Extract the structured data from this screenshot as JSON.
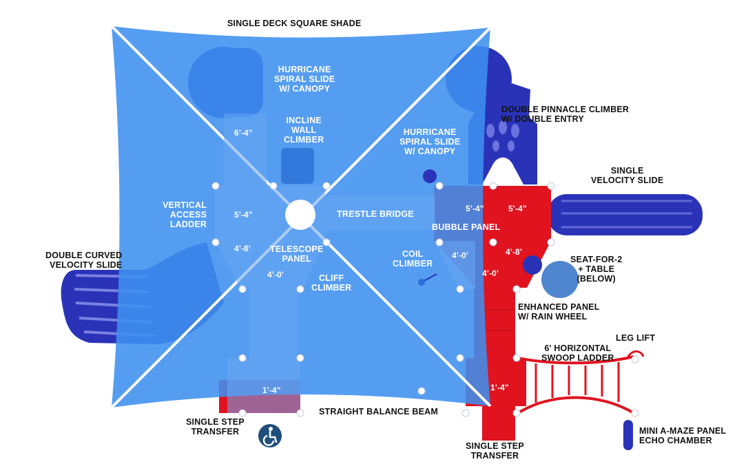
{
  "colors": {
    "shade": "#3d8fef",
    "shade_edge": "#2f7fe0",
    "deck_red": "#e0131f",
    "slide_blue": "#2a33b8",
    "post_white": "#ffffff",
    "text_dark": "#111111",
    "text_light": "#ffffff",
    "accessible_icon_bg": "#1f4e7a"
  },
  "labels": {
    "shade_title": "SINGLE DECK SQUARE SHADE",
    "spiral_slide_1": "HURRICANE\nSPIRAL SLIDE\nW/ CANOPY",
    "incline_wall": "INCLINE\nWALL\nCLIMBER",
    "spiral_slide_2": "HURRICANE\nSPIRAL SLIDE\nW/ CANOPY",
    "pinnacle": "DOUBLE PINNACLE CLIMBER\nW/ DOUBLE ENTRY",
    "velocity_single": "SINGLE\nVELOCITY SLIDE",
    "vertical_ladder": "VERTICAL\nACCESS\nLADDER",
    "trestle": "TRESTLE BRIDGE",
    "bubble": "BUBBLE PANEL",
    "telescope": "TELESCOPE\nPANEL",
    "coil": "COIL\nCLIMBER",
    "cliff": "CLIFF\nCLIMBER",
    "double_curved": "DOUBLE CURVED\nVELOCITY SLIDE",
    "seat": "SEAT-FOR-2\n+ TABLE\n(BELOW)",
    "enhanced": "ENHANCED PANEL\nW/ RAIN WHEEL",
    "leg_lift": "LEG LIFT",
    "swoop": "6' HORIZONTAL\nSWOOP LADDER",
    "balance_beam": "STRAIGHT BALANCE BEAM",
    "step_left": "SINGLE STEP\nTRANSFER",
    "step_right": "SINGLE STEP\nTRANSFER",
    "maze": "MINI A-MAZE PANEL\nECHO CHAMBER"
  },
  "dims": {
    "d_6_4": "6’-4”",
    "d_5_4_left": "5’-4”",
    "d_4_8_left": "4’-8’",
    "d_4_0_left": "4’-0’",
    "d_5_4_mid": "5’-4”",
    "d_5_4_right": "5’-4”",
    "d_4_0_mid": "4’-0’",
    "d_4_8_right": "4’-8’",
    "d_4_0_right": "4’-0’",
    "d_1_4_left": "1’-4”",
    "d_1_4_right": "1’-4”"
  },
  "icons": {
    "accessible": "wheelchair-icon"
  }
}
